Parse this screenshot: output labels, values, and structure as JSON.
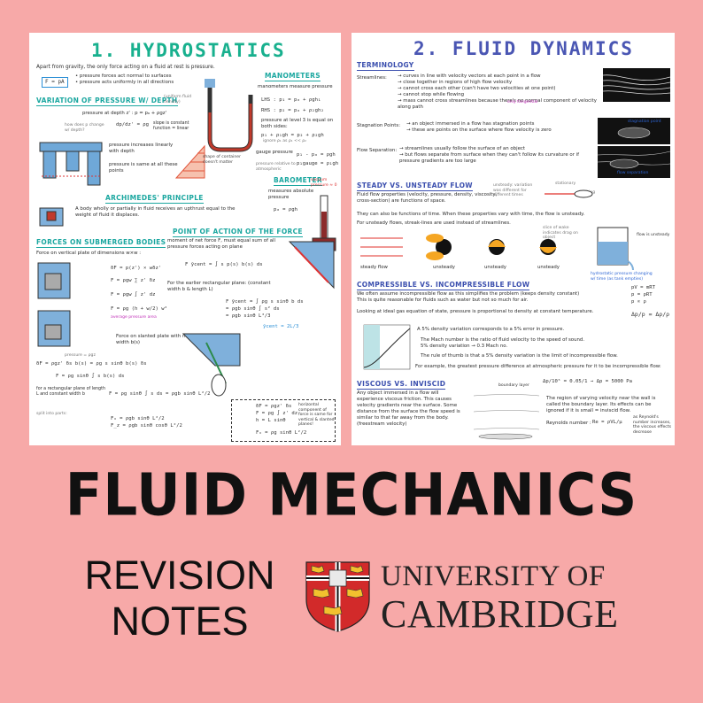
{
  "left_sheet": {
    "title": "1. HYDROSTATICS",
    "intro": "Apart from gravity, the only force acting on a fluid at rest is pressure.",
    "f_eq": "F = pA",
    "bullets": "• pressure forces act normal to surfaces\n• pressure acts uniformly in all directions",
    "variation_heading": "VARIATION OF PRESSURE W/ DEPTH",
    "variation_note": "(uniform fluid density)",
    "depth_eq": "pressure at depth z' : p = pₐ + ρgz'",
    "how_does_p": "how does p change w/ depth?",
    "slope_note": "slope is constant function = linear",
    "grad_eq": "dp/dz' = ρg",
    "increase_note": "pressure increases linearly with depth",
    "same_note": "pressure is same at all these points",
    "manometers_heading": "MANOMETERS",
    "manometers_note": "manometers measure pressure",
    "lhs_eq": "LHS : p₁ = pₐ + ρgh₁",
    "rhs_eq": "RHS : p₂ = pₐ + ρ₂gh₂",
    "level_note": "pressure at level 3 is equal on both sides:",
    "level_eq": "p₁ + ρ₁gh = p₂ + ρ₂gh",
    "ignore_note": "ignore ρ₁ as ρ₁ << ρ₂",
    "shape_note": "shape of container doesn't matter",
    "gauge_label": "gauge pressure",
    "gauge_note": "pressure relative to atmospheric",
    "gauge_eq1": "p₁ - pₐ = ρgh",
    "gauge_eq2": "p₁gauge = ρ₁gh",
    "barometer_heading": "BAROMETER",
    "barometer_note": "measures absolute pressure",
    "barometer_eq": "pₐ = ρgh",
    "vacuum_note": "vacuum pressure ≈ 0",
    "archimedes_heading": "ARCHIMEDES' PRINCIPLE",
    "archimedes_note": "A body wholly or partially in fluid receives an upthrust equal to the weight of fluid it displaces.",
    "forces_heading": "FORCES ON SUBMERGED BODIES",
    "forces_note": "Force on vertical plate of dimensions w×w :",
    "force_eq1": "δF = p(z') × wδz'",
    "force_eq2": "F = ρgw ∑ z' δz",
    "force_eq3": "F = ρgw ∫ z' dz",
    "force_eq4": "F = ρg (h + w/2) w²",
    "avg_note": "average pressure  area",
    "poa_heading": "POINT OF ACTION OF THE FORCE",
    "poa_note": "moment of net force F, must equal sum of all pressure forces acting on plane",
    "poa_eq": "F ȳcent = ∫ s p(s) b(s) ds",
    "rect_note": "For the earlier rectangular plane: (constant width b & length L)",
    "rect_eq": "F ȳcent = ∫ ρg s sinθ b ds\n = ρgb sinθ ∫ s² ds\n = ρgb sinθ L³/3",
    "ycent_eq": "ȳcent = 2L/3",
    "inclined_note": "Force on slanted plate with non-uniform width b(s)",
    "pressure_note": "pressure = ρgz",
    "slant_eq1": "δF = ρgz' δs b(s) = ρg s sinθ b(s) δs",
    "slant_eq2": "F = ρg sinθ ∫ s b(s) ds",
    "rect_plane_note": "for a rectangular plane of length L and constant width b",
    "slant_eq3": "F = ρg sinθ ∫ s ds = ρgb sinθ L²/2",
    "split_note": "split into parts:",
    "split_eq": "Fₓ = ρgb sinθ L²/2\nF_z = ρgb sinθ cosθ L²/2",
    "box_eq": "δF = ρgz' δs\nF = ρg ∫ z' dz\nh = L sinθ",
    "box_note": "horizontal component of force is same for vertical & slanted planes!",
    "box_final": "Fₓ = ρg sinθ L²/2"
  },
  "right_sheet": {
    "title": "2. FLUID DYNAMICS",
    "terminology_heading": "TERMINOLOGY",
    "streamlines_label": "Streamlines:",
    "streamlines_note": "→ curves in line with velocity vectors at each point in a flow\n→ close together in regions of high flow velocity\n→ cannot cross each other (can't have two velocities at one point)\n→ cannot stop while flowing\n→ mass cannot cross streamlines because there's no normal component of velocity along path",
    "only_tangential": "only tangential",
    "stagnation_label": "Stagnation Points:",
    "stagnation_note": "→ an object immersed in a flow has stagnation points\n→ these are points on the surface where flow velocity is zero",
    "stagnation_tag": "stagnation point",
    "separation_label": "Flow Separation:",
    "separation_note": "→ streamlines usually follow the surface of an object\n→ but flows separate from surface when they can't follow its curvature or if pressure gradients are too large",
    "separation_tag": "flow separation",
    "steady_heading": "STEADY VS. UNSTEADY FLOW",
    "steady_note": "Fluid flow properties (velocity, pressure, density, viscosity, cross-section) are functions of space.",
    "unsteady_tag": "unsteady: variation was different for different times",
    "stationary_tag": "stationary",
    "moving_tag": "moving",
    "time_note": "They can also be functions of time. When these properties vary with time, the flow is unsteady.",
    "streak_note": "For unsteady flows, streak-lines are used instead of streamlines.",
    "steady_flow_label": "steady flow",
    "unsteady_label": "unsteady",
    "wake_note": "slice of wake indicates drag on object",
    "hydrostatic_note": "hydrostatic pressure changing w/ time (as tank empties)",
    "flow_unsteady": "flow is unsteady",
    "compressible_heading": "COMPRESSIBLE VS. INCOMPRESSIBLE FLOW",
    "compressible_note": "We often assume incompressible flow as this simplifies the problem (keeps density constant)\nThis is quite reasonable for fluids such as water but not so much for air.",
    "ideal_gas_note": "Looking at ideal gas equation of state, pressure is proportional to density at constant temperature.",
    "ideal_eq": "pV = mRT\np = ρRT\np ∝ ρ",
    "ratio_eq": "Δp/p = Δρ/ρ",
    "variation_note": "A 5% density variation corresponds to a 5% error in pressure.",
    "mach_note": "The Mach number is the ratio of fluid velocity to the speed of sound.\n5% density variation → 0.3 Mach no.",
    "rule_note": "The rule of thumb is that a 5% density variation is the limit of incompressible flow.",
    "example_note": "For example, the greatest pressure difference at atmospheric pressure for it to be incompressible flow:",
    "example_eq": "Δp/10⁵ = 0.05/1  →  Δp = 5000 Pa",
    "viscous_heading": "VISCOUS VS. INVISCID",
    "viscous_note": "Any object immersed in a flow will experience viscous friction. This causes velocity gradients near the surface. Some distance from the surface the flow speed is similar to that far away from the body. (freestream velocity)",
    "boundary_tag": "boundary layer",
    "region_note": "The region of varying velocity near the wall is called the boundary layer. Its effects can be ignored if it is small = inviscid flow.",
    "reynolds_label": "Reynolds number :",
    "reynolds_eq": "Re = ρVL/μ",
    "reynolds_note": "as Reynold's number increases, the viscous effects decrease"
  },
  "main_title": "FLUID MECHANICS",
  "subtitle": "REVISION\nNOTES",
  "university": {
    "line1": "UNIVERSITY OF",
    "line2": "CAMBRIDGE"
  }
}
